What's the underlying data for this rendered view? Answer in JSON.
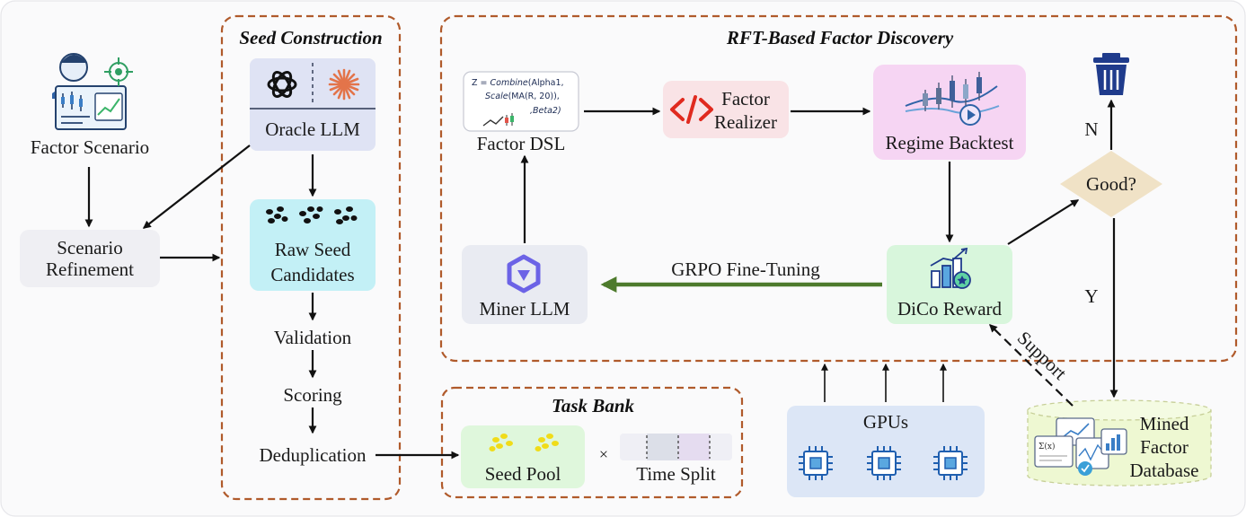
{
  "colors": {
    "section_border": "#b05a2b",
    "oracle_box": "#dfe3f4",
    "raw_seed_box": "#c3f0f6",
    "realizer_box": "#f9e3e6",
    "backtest_box": "#f6d5f3",
    "reward_box": "#d8f6dc",
    "miner_box": "#e9ebf2",
    "good_diamond": "#f0e2c6",
    "gpu_box": "#dce6f6",
    "database": "#eef8d2",
    "grpo_arrow": "#4d7a2c",
    "trash": "#1f3b8c"
  },
  "sections": {
    "seed_construction": "Seed Construction",
    "rft_discovery": "RFT-Based Factor Discovery",
    "task_bank": "Task Bank"
  },
  "nodes": {
    "factor_scenario": "Factor Scenario",
    "scenario_refinement": [
      "Scenario",
      "Refinement"
    ],
    "oracle_llm": "Oracle LLM",
    "raw_seed_candidates": [
      "Raw Seed",
      "Candidates"
    ],
    "validation": "Validation",
    "scoring": "Scoring",
    "deduplication": "Deduplication",
    "seed_pool": "Seed Pool",
    "times_symbol": "×",
    "time_split": "Time Split",
    "factor_dsl": "Factor DSL",
    "factor_realizer": [
      "Factor",
      "Realizer"
    ],
    "regime_backtest": "Regime Backtest",
    "good": "Good?",
    "dico_reward": "DiCo Reward",
    "miner_llm": "Miner LLM",
    "gpus": "GPUs",
    "mined_factor_database": [
      "Mined",
      "Factor",
      "Database"
    ]
  },
  "dsl_snippet": {
    "line1_prefix": "Z = ",
    "line1_fn": "Combine",
    "line1_args": "(Alpha1,",
    "line2_fn": "Scale",
    "line2_args": "(MA(R, 20)),",
    "line3": ",Beta2)"
  },
  "edge_labels": {
    "grpo": "GRPO Fine-Tuning",
    "no": "N",
    "yes": "Y",
    "support": "Support"
  },
  "icons": {
    "scenario": "analyst-dashboard-icon",
    "target": "target-icon",
    "openai": "openai-logo-icon",
    "claude": "claude-logo-icon",
    "seeds": "seed-clusters-icon",
    "code": "code-brackets-icon",
    "backtest": "candlestick-play-icon",
    "trash": "trash-can-icon",
    "reward": "bar-chart-medal-icon",
    "miner": "qwen-logo-icon",
    "chip": "cpu-chip-icon",
    "database": "formula-cards-icon"
  }
}
